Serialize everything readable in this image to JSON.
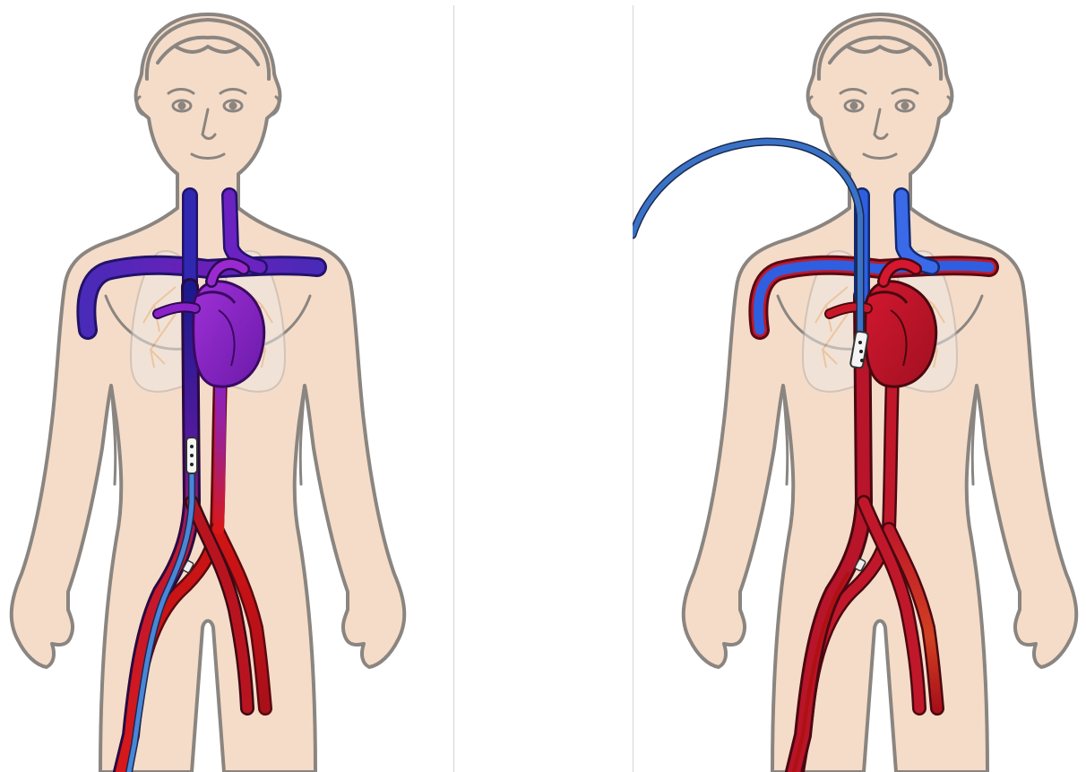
{
  "figure": {
    "panels": [
      {
        "id": "left",
        "scene": "femoral-venous-cannula",
        "colors": {
          "skin": "#f5dcc8",
          "outline": "#8a8580",
          "venous": "#3a2ab8",
          "mixed": "#8a2ad0",
          "arterial": "#d21414",
          "cannula": "#3c6fc4"
        }
      },
      {
        "id": "right",
        "scene": "jugular-venous-cannula",
        "colors": {
          "skin": "#f5dcc8",
          "outline": "#8a8580",
          "venous": "#2f5ee0",
          "arterial": "#c0182a",
          "cannula": "#3a72c6"
        }
      }
    ]
  }
}
